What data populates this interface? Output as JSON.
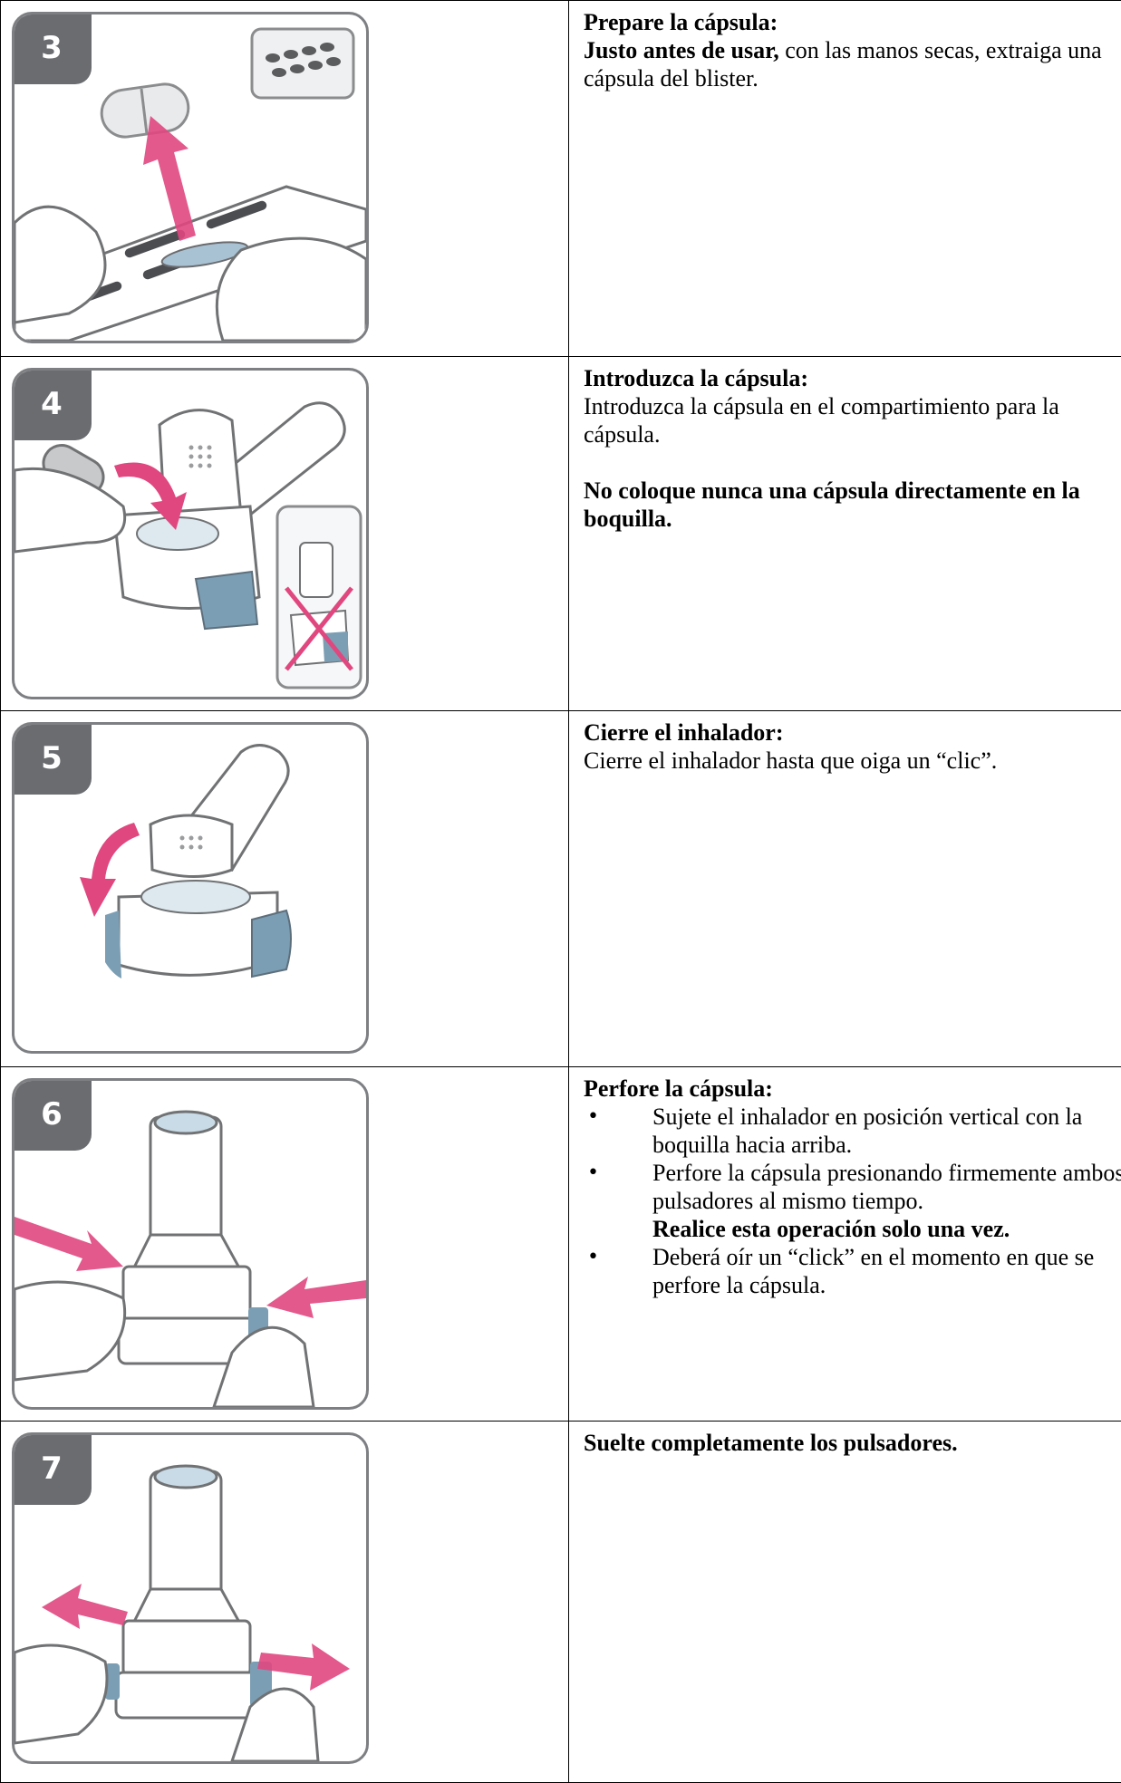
{
  "steps": [
    {
      "number": "3",
      "title": "Prepare la cápsula:",
      "lead_bold": "Justo antes de usar,",
      "body": " con las manos secas, extraiga una cápsula del blister."
    },
    {
      "number": "4",
      "title": "Introduzca la cápsula:",
      "body": "Introduzca la cápsula en el compartimiento para la cápsula.",
      "warning": "No coloque nunca una cápsula directamente en la boquilla."
    },
    {
      "number": "5",
      "title": "Cierre el inhalador:",
      "body": "Cierre el inhalador hasta que oiga un “clic”."
    },
    {
      "number": "6",
      "title": "Perfore la cápsula:",
      "bullets": [
        "Sujete el inhalador en posición vertical con la boquilla hacia arriba.",
        "Perfore la cápsula presionando firmemente ambos pulsadores al mismo tiempo.",
        "Deberá oír un “click” en el momento en que se perfore la cápsula."
      ],
      "bullet2_bold": "Realice esta operación solo una vez."
    },
    {
      "number": "7",
      "title": "Suelte completamente los pulsadores."
    }
  ],
  "colors": {
    "accent_pink": "#e0477f",
    "device_blue": "#7b9eb4",
    "badge_gray": "#6a6c6f",
    "frame_gray": "#7d7f82"
  }
}
